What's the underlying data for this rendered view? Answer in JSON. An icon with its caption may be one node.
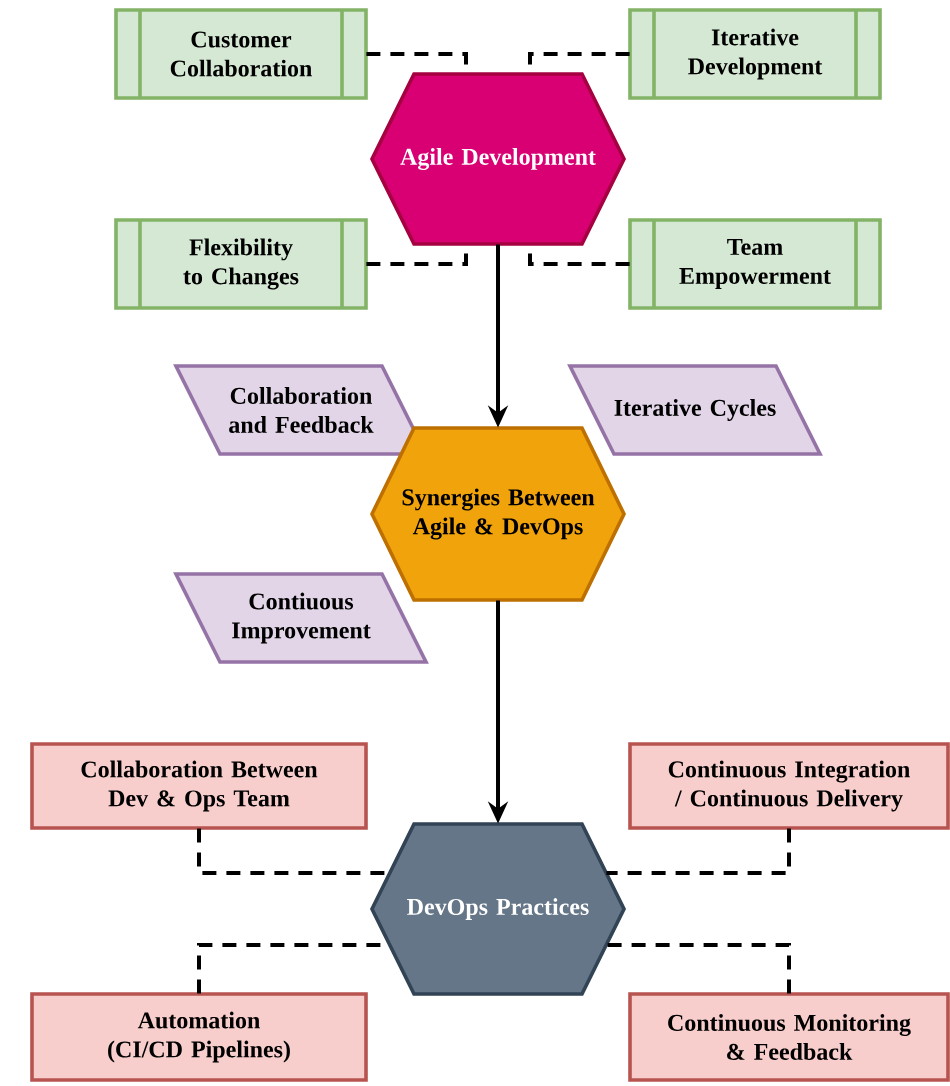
{
  "diagram": {
    "nodes": [
      {
        "text": [
          "Customer Collaboration"
        ]
      },
      {
        "text": [
          "Iterative Development"
        ]
      },
      {
        "text": [
          "Agile Development"
        ]
      },
      {
        "text": [
          "Flexibility to Changes"
        ]
      },
      {
        "text": [
          "Team Empowerment"
        ]
      },
      {
        "text": [
          "Collaboration and Feedback"
        ]
      },
      {
        "text": [
          "Iterative Cycles"
        ]
      },
      {
        "text": [
          "Synergies Between Agile & DevOps"
        ]
      },
      {
        "text": [
          "Contiuous Improvement"
        ]
      },
      {
        "text": [
          "Collaboration Between Dev & Ops Team"
        ]
      },
      {
        "text": [
          "Continuous Integration / Continuous Delivery"
        ]
      },
      {
        "text": [
          "DevOps Practices"
        ]
      },
      {
        "text": [
          "Automation (CI/CD Pipelines)"
        ]
      },
      {
        "text": [
          "Continuous Monitoring & Feedback"
        ]
      }
    ],
    "edges": [
      {
        "from": 0,
        "to": 2,
        "arrow": "none",
        "style": "dashed"
      },
      {
        "from": 1,
        "to": 2,
        "arrow": "none",
        "style": "dashed"
      },
      {
        "from": 3,
        "to": 2,
        "arrow": "none",
        "style": "dashed"
      },
      {
        "from": 4,
        "to": 2,
        "arrow": "none",
        "style": "dashed"
      },
      {
        "from": 2,
        "to": 7,
        "arrow": "to"
      },
      {
        "from": 7,
        "to": 11,
        "arrow": "to"
      },
      {
        "from": 9,
        "to": 11,
        "arrow": "none",
        "style": "dashed"
      },
      {
        "from": 10,
        "to": 11,
        "arrow": "none",
        "style": "dashed"
      },
      {
        "from": 12,
        "to": 11,
        "arrow": "none",
        "style": "dashed"
      },
      {
        "from": 13,
        "to": 11,
        "arrow": "none",
        "style": "dashed"
      }
    ]
  }
}
